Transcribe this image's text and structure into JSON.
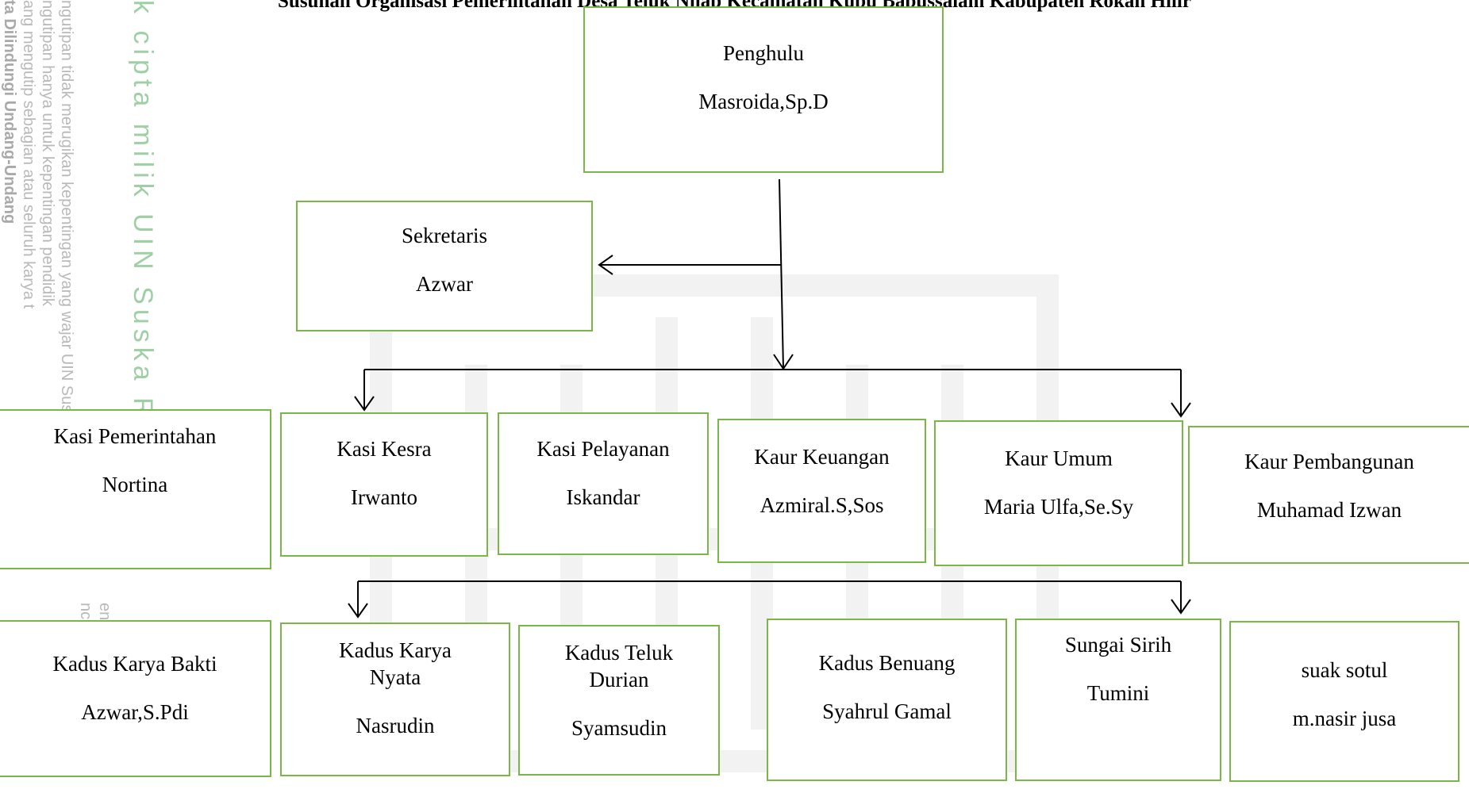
{
  "title": "Susunan Organisasi Pemerintahan Desa Teluk Nilap Kecamatan Kubu Babussalam Kabupaten Rokan Hilir",
  "watermark": {
    "lines": [
      "ta Dilindungi Undang-Undang",
      "ang mengutip sebagian atau seluruh karya t",
      "ngutipan hanya untuk kepentingan pendidik",
      "ngutipan tidak merugikan kepentingan yang wajar UIN Suska Riau",
      "ncantu",
      "enulis"
    ],
    "big": "k cipta milik UIN Suska Ria"
  },
  "chart": {
    "head": {
      "role": "Penghulu",
      "name": "Masroida,Sp.D"
    },
    "secretary": {
      "role": "Sekretaris",
      "name": "Azwar"
    },
    "staff": [
      {
        "role": "Kasi Pemerintahan",
        "name": "Nortina"
      },
      {
        "role": "Kasi Kesra",
        "name": "Irwanto"
      },
      {
        "role": "Kasi Pelayanan",
        "name": "Iskandar"
      },
      {
        "role": "Kaur Keuangan",
        "name": "Azmiral.S,Sos"
      },
      {
        "role": "Kaur Umum",
        "name": "Maria Ulfa,Se.Sy"
      },
      {
        "role": "Kaur Pembangunan",
        "name": "Muhamad Izwan"
      }
    ],
    "hamlets": [
      {
        "role_line1": "Kadus Karya Bakti",
        "role_line2": "",
        "name": "Azwar,S.Pdi"
      },
      {
        "role_line1": "Kadus Karya",
        "role_line2": "Nyata",
        "name": "Nasrudin"
      },
      {
        "role_line1": "Kadus Teluk",
        "role_line2": "Durian",
        "name": "Syamsudin"
      },
      {
        "role_line1": "Kadus Benuang",
        "role_line2": "",
        "name": "Syahrul Gamal"
      },
      {
        "role_line1": "Sungai Sirih",
        "role_line2": "",
        "name": "Tumini"
      },
      {
        "role_line1": "suak sotul",
        "role_line2": "",
        "name": "m.nasir jusa"
      }
    ]
  }
}
